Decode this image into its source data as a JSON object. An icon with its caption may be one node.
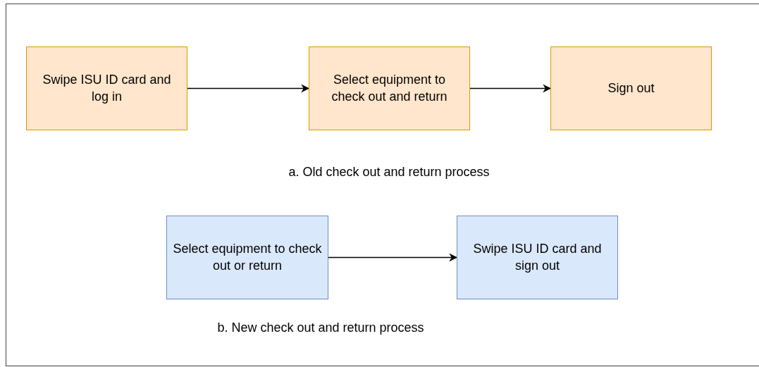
{
  "diagram": {
    "nodes": [
      {
        "text": [
          "Swipe ISU ID card and log in"
        ]
      },
      {
        "text": [
          "Select equipment to check out and return"
        ]
      },
      {
        "text": [
          "Sign out"
        ]
      },
      {
        "text": [
          "Select equipment to check out or return"
        ]
      },
      {
        "text": [
          "Swipe ISU ID card and sign out"
        ]
      }
    ],
    "edges": [
      {
        "from": 0,
        "to": 1,
        "arrow": "to"
      },
      {
        "from": 1,
        "to": 2,
        "arrow": "to"
      },
      {
        "from": 3,
        "to": 4,
        "arrow": "to"
      }
    ],
    "labels": [
      "a. Old check out and return process",
      "b. New check out and return process"
    ]
  }
}
